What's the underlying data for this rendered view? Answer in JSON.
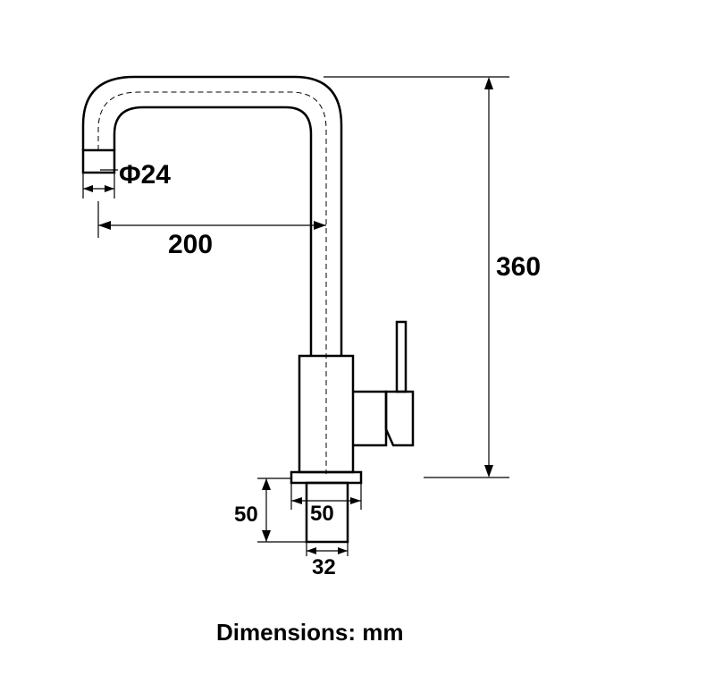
{
  "labels": {
    "spout_diameter": "Φ24",
    "reach": "200",
    "height": "360",
    "base_height": "50",
    "base_width": "50",
    "shank_width": "32"
  },
  "caption": "Dimensions: mm"
}
